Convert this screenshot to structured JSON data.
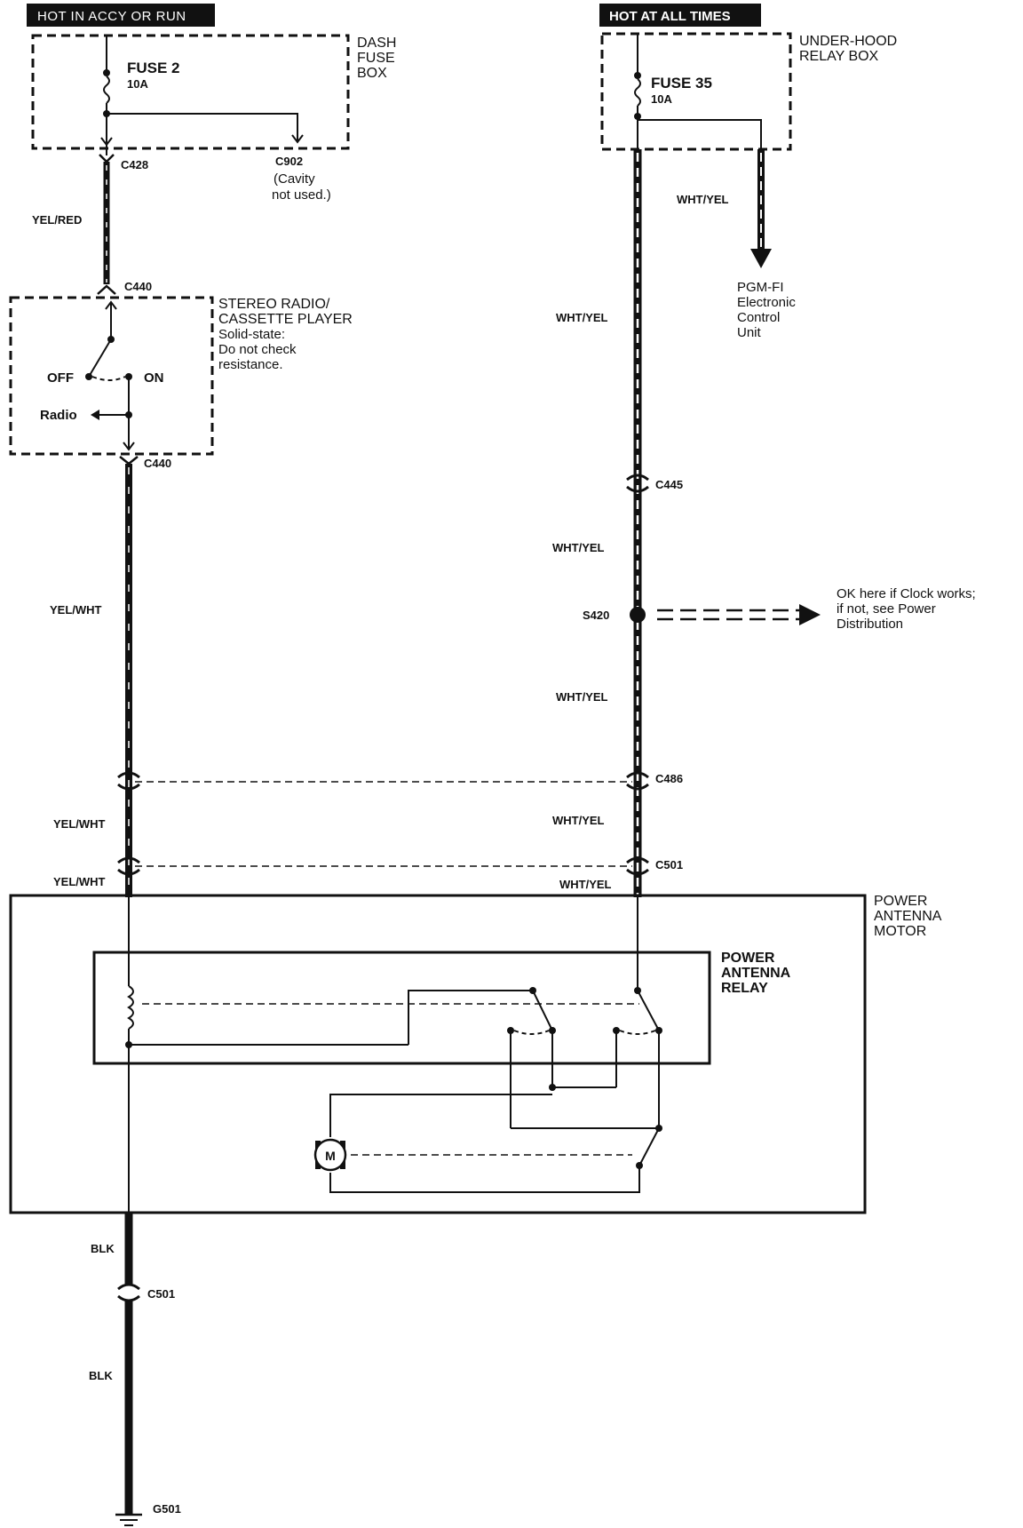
{
  "colors": {
    "ink": "#111111",
    "paper": "#ffffff"
  },
  "power_sources": {
    "left": "HOT IN ACCY OR RUN",
    "right": "HOT AT ALL TIMES"
  },
  "dash_fuse_box": {
    "title_lines": [
      "DASH",
      "FUSE",
      "BOX"
    ],
    "fuse_name": "FUSE 2",
    "fuse_rating": "10A"
  },
  "under_hood_relay_box": {
    "title_lines": [
      "UNDER-HOOD",
      "RELAY BOX"
    ],
    "fuse_name": "FUSE 35",
    "fuse_rating": "10A"
  },
  "connectors": {
    "c428": "C428",
    "c902": "C902",
    "c902_note_lines": [
      "(Cavity",
      "not used.)"
    ],
    "c440_top": "C440",
    "c440_bottom": "C440",
    "c445": "C445",
    "s420": "S420",
    "c486": "C486",
    "c501_upper": "C501",
    "c501_lower": "C501",
    "g501": "G501"
  },
  "wires": {
    "yel_red": "YEL/RED",
    "yel_wht_1": "YEL/WHT",
    "yel_wht_2": "YEL/WHT",
    "yel_wht_3": "YEL/WHT",
    "wht_yel_ecu": "WHT/YEL",
    "wht_yel_1": "WHT/YEL",
    "wht_yel_2": "WHT/YEL",
    "wht_yel_3": "WHT/YEL",
    "wht_yel_4": "WHT/YEL",
    "wht_yel_5": "WHT/YEL",
    "blk_1": "BLK",
    "blk_2": "BLK"
  },
  "pgm_fi": {
    "lines": [
      "PGM-FI",
      "Electronic",
      "Control",
      "Unit"
    ]
  },
  "stereo": {
    "title_lines": [
      "STEREO RADIO/",
      "CASSETTE PLAYER"
    ],
    "note_lines": [
      "Solid-state:",
      "Do not check",
      "resistance."
    ],
    "switch_off": "OFF",
    "switch_on": "ON",
    "radio": "Radio"
  },
  "clock_note": {
    "lines": [
      "OK here if Clock works;",
      "if not, see Power",
      "Distribution"
    ]
  },
  "power_antenna_motor": {
    "title_lines": [
      "POWER",
      "ANTENNA",
      "MOTOR"
    ]
  },
  "power_antenna_relay": {
    "title_lines": [
      "POWER",
      "ANTENNA",
      "RELAY"
    ]
  },
  "motor_symbol": "M"
}
